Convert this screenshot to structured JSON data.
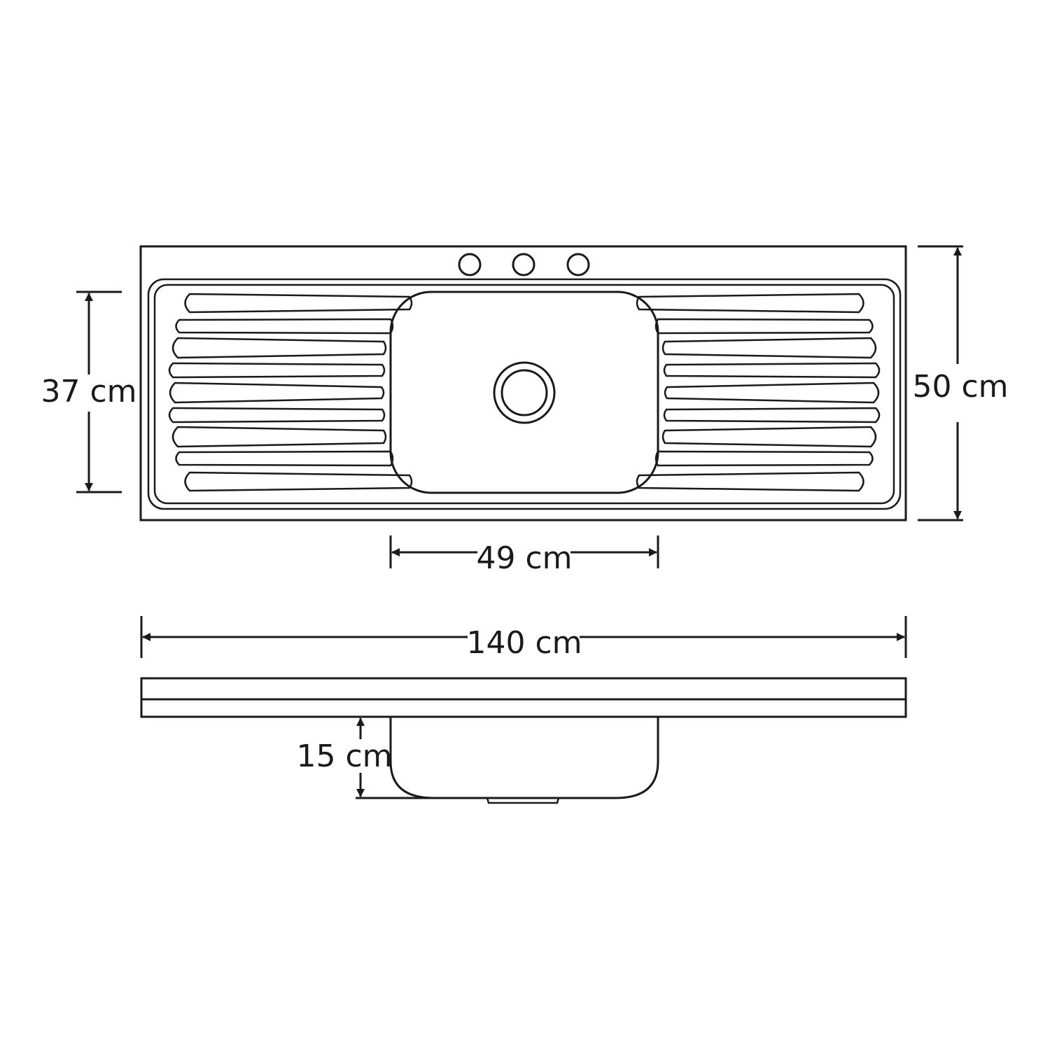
{
  "title": "",
  "product": "double-drainer kitchen sink",
  "line_color": "#1a1a1a",
  "background": "#ffffff",
  "views": {
    "top": {
      "dimensions": {
        "inner_height": "37 cm",
        "outer_height": "50 cm",
        "bowl_width": "49 cm"
      },
      "faucet_holes": 3,
      "drainer_grooves_per_side": 9
    },
    "side": {
      "dimensions": {
        "overall_width": "140 cm",
        "bowl_depth": "15 cm"
      }
    }
  }
}
